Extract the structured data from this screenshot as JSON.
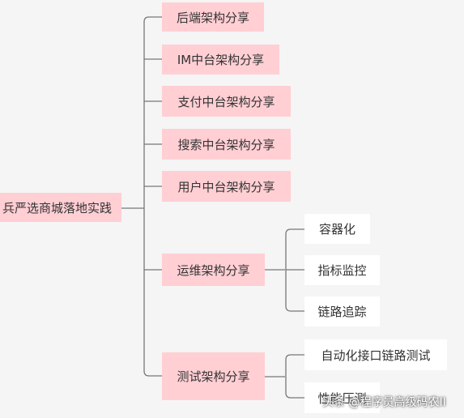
{
  "root": {
    "label": "兵严选商城落地实践"
  },
  "branches": [
    {
      "id": "backend",
      "label": "后端架构分享"
    },
    {
      "id": "im",
      "label": "IM中台架构分享"
    },
    {
      "id": "payment",
      "label": "支付中台架构分享"
    },
    {
      "id": "search",
      "label": "搜索中台架构分享"
    },
    {
      "id": "user",
      "label": "用户中台架构分享"
    },
    {
      "id": "ops",
      "label": "运维架构分享",
      "children": [
        {
          "id": "containerization",
          "label": "容器化"
        },
        {
          "id": "metrics-monitoring",
          "label": "指标监控"
        },
        {
          "id": "tracing",
          "label": "链路追踪"
        }
      ]
    },
    {
      "id": "testing",
      "label": "测试架构分享",
      "children": [
        {
          "id": "auto-test",
          "label": "自动化接口链路测试"
        },
        {
          "id": "perf-test",
          "label": "性能压测"
        }
      ]
    }
  ],
  "watermark": {
    "text": "头条 @程序员高级码农II"
  },
  "colors": {
    "node_pink": "#ffcfd4",
    "leaf_white": "#ffffff",
    "connector": "#777777",
    "background": "#f5f5f5"
  }
}
